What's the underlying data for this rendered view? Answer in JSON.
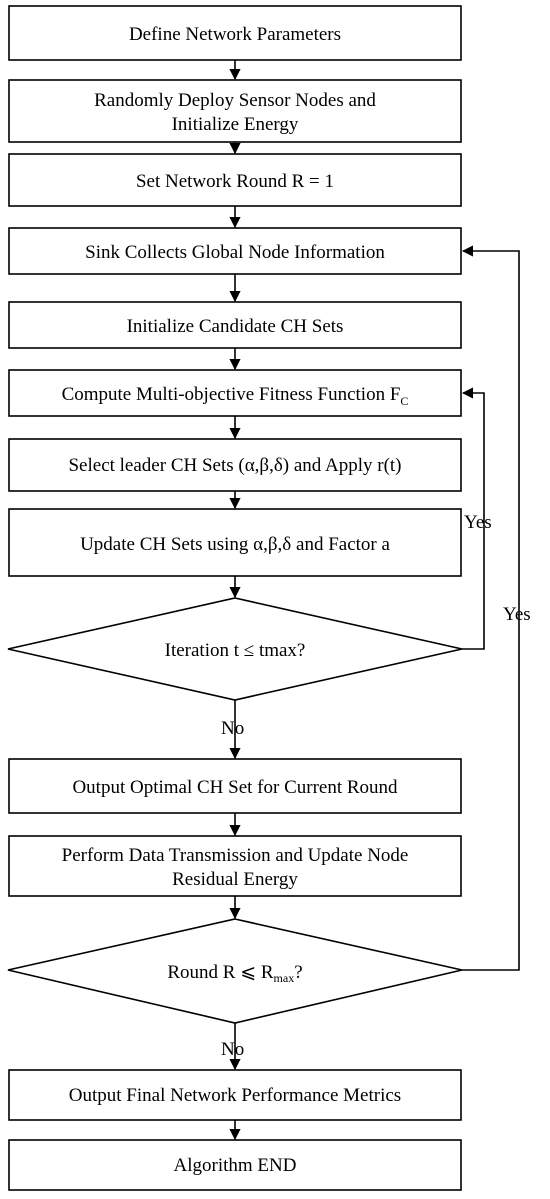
{
  "steps": {
    "define": "Define Network Parameters",
    "deploy_line1": "Randomly Deploy Sensor Nodes and",
    "deploy_line2": "Initialize Energy",
    "set_round": "Set Network Round R = 1",
    "sink_collects": "Sink Collects Global Node Information",
    "init_candidates": "Initialize Candidate CH Sets",
    "fitness_main": "Compute Multi-objective Fitness Function F",
    "fitness_sub": "C",
    "select_leader": "Select leader CH Sets (α,β,δ) and Apply r(t)",
    "update_sets": "Update CH Sets using α,β,δ and Factor a",
    "output_optimal": "Output Optimal CH Set for Current Round",
    "transmit_line1": "Perform Data Transmission and Update Node",
    "transmit_line2": "Residual Energy",
    "output_final": "Output Final Network Performance Metrics",
    "end": "Algorithm END"
  },
  "decisions": {
    "iteration": "Iteration t ≤ tmax?",
    "round_main": "Round R ⩽ R",
    "round_sub": "max",
    "round_tail": "?"
  },
  "branch_labels": {
    "iteration_yes": "Yes",
    "iteration_no": "No",
    "round_yes": "Yes",
    "round_no": "No"
  }
}
